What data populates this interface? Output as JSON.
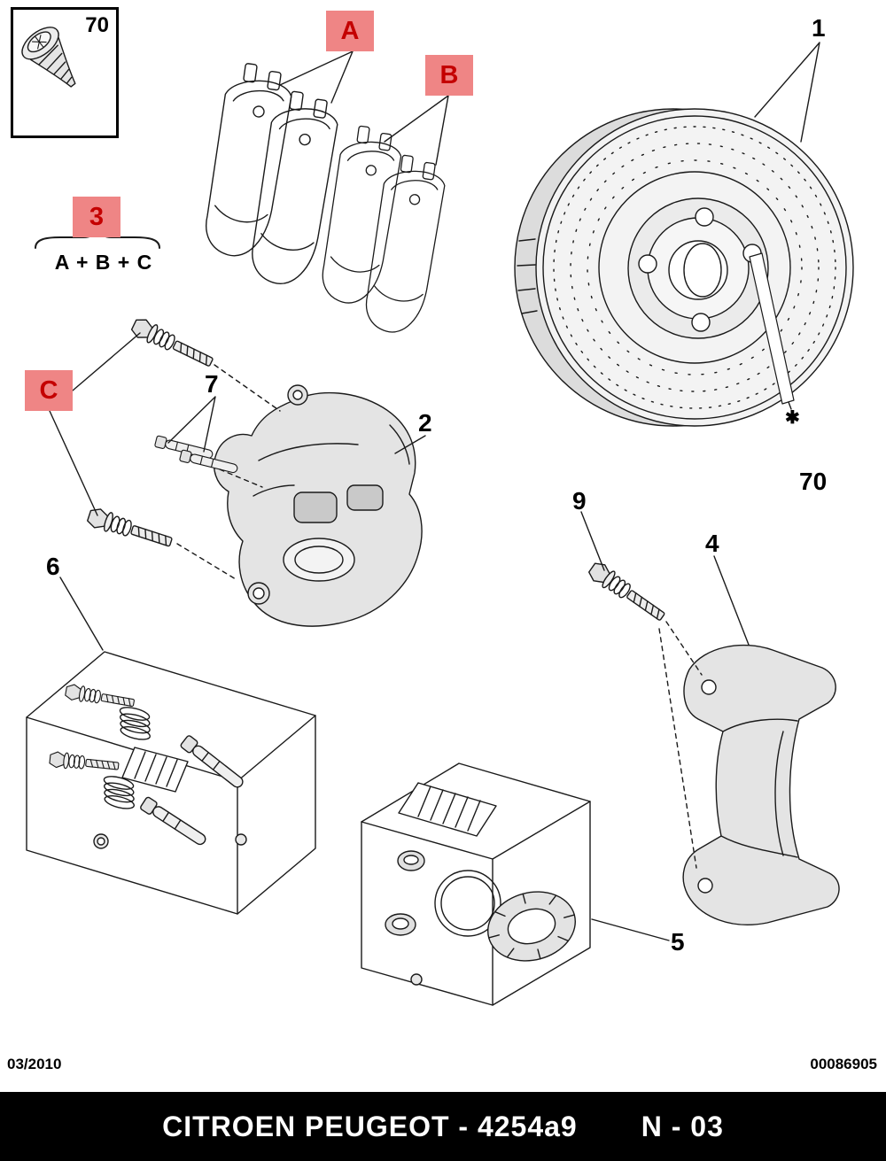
{
  "colors": {
    "callout_bg": "#ef8585",
    "callout_text": "#c40000",
    "line": "#1a1a1a",
    "footer_bg": "#000000",
    "footer_text": "#ffffff"
  },
  "inset": {
    "part": "70"
  },
  "callouts": {
    "a": "A",
    "b": "B",
    "c": "C",
    "set": "3",
    "formula": "A + B + C"
  },
  "parts": {
    "disc": "1",
    "caliper": "2",
    "bracket": "4",
    "seal_kit": "5",
    "guide_kit": "6",
    "pins": "7",
    "bolt": "9",
    "screw": "70",
    "screw_marker": "✱"
  },
  "footer": {
    "date": "03/2010",
    "doc": "00086905",
    "title": "CITROEN PEUGEOT - 4254a9",
    "page": "N - 03"
  }
}
